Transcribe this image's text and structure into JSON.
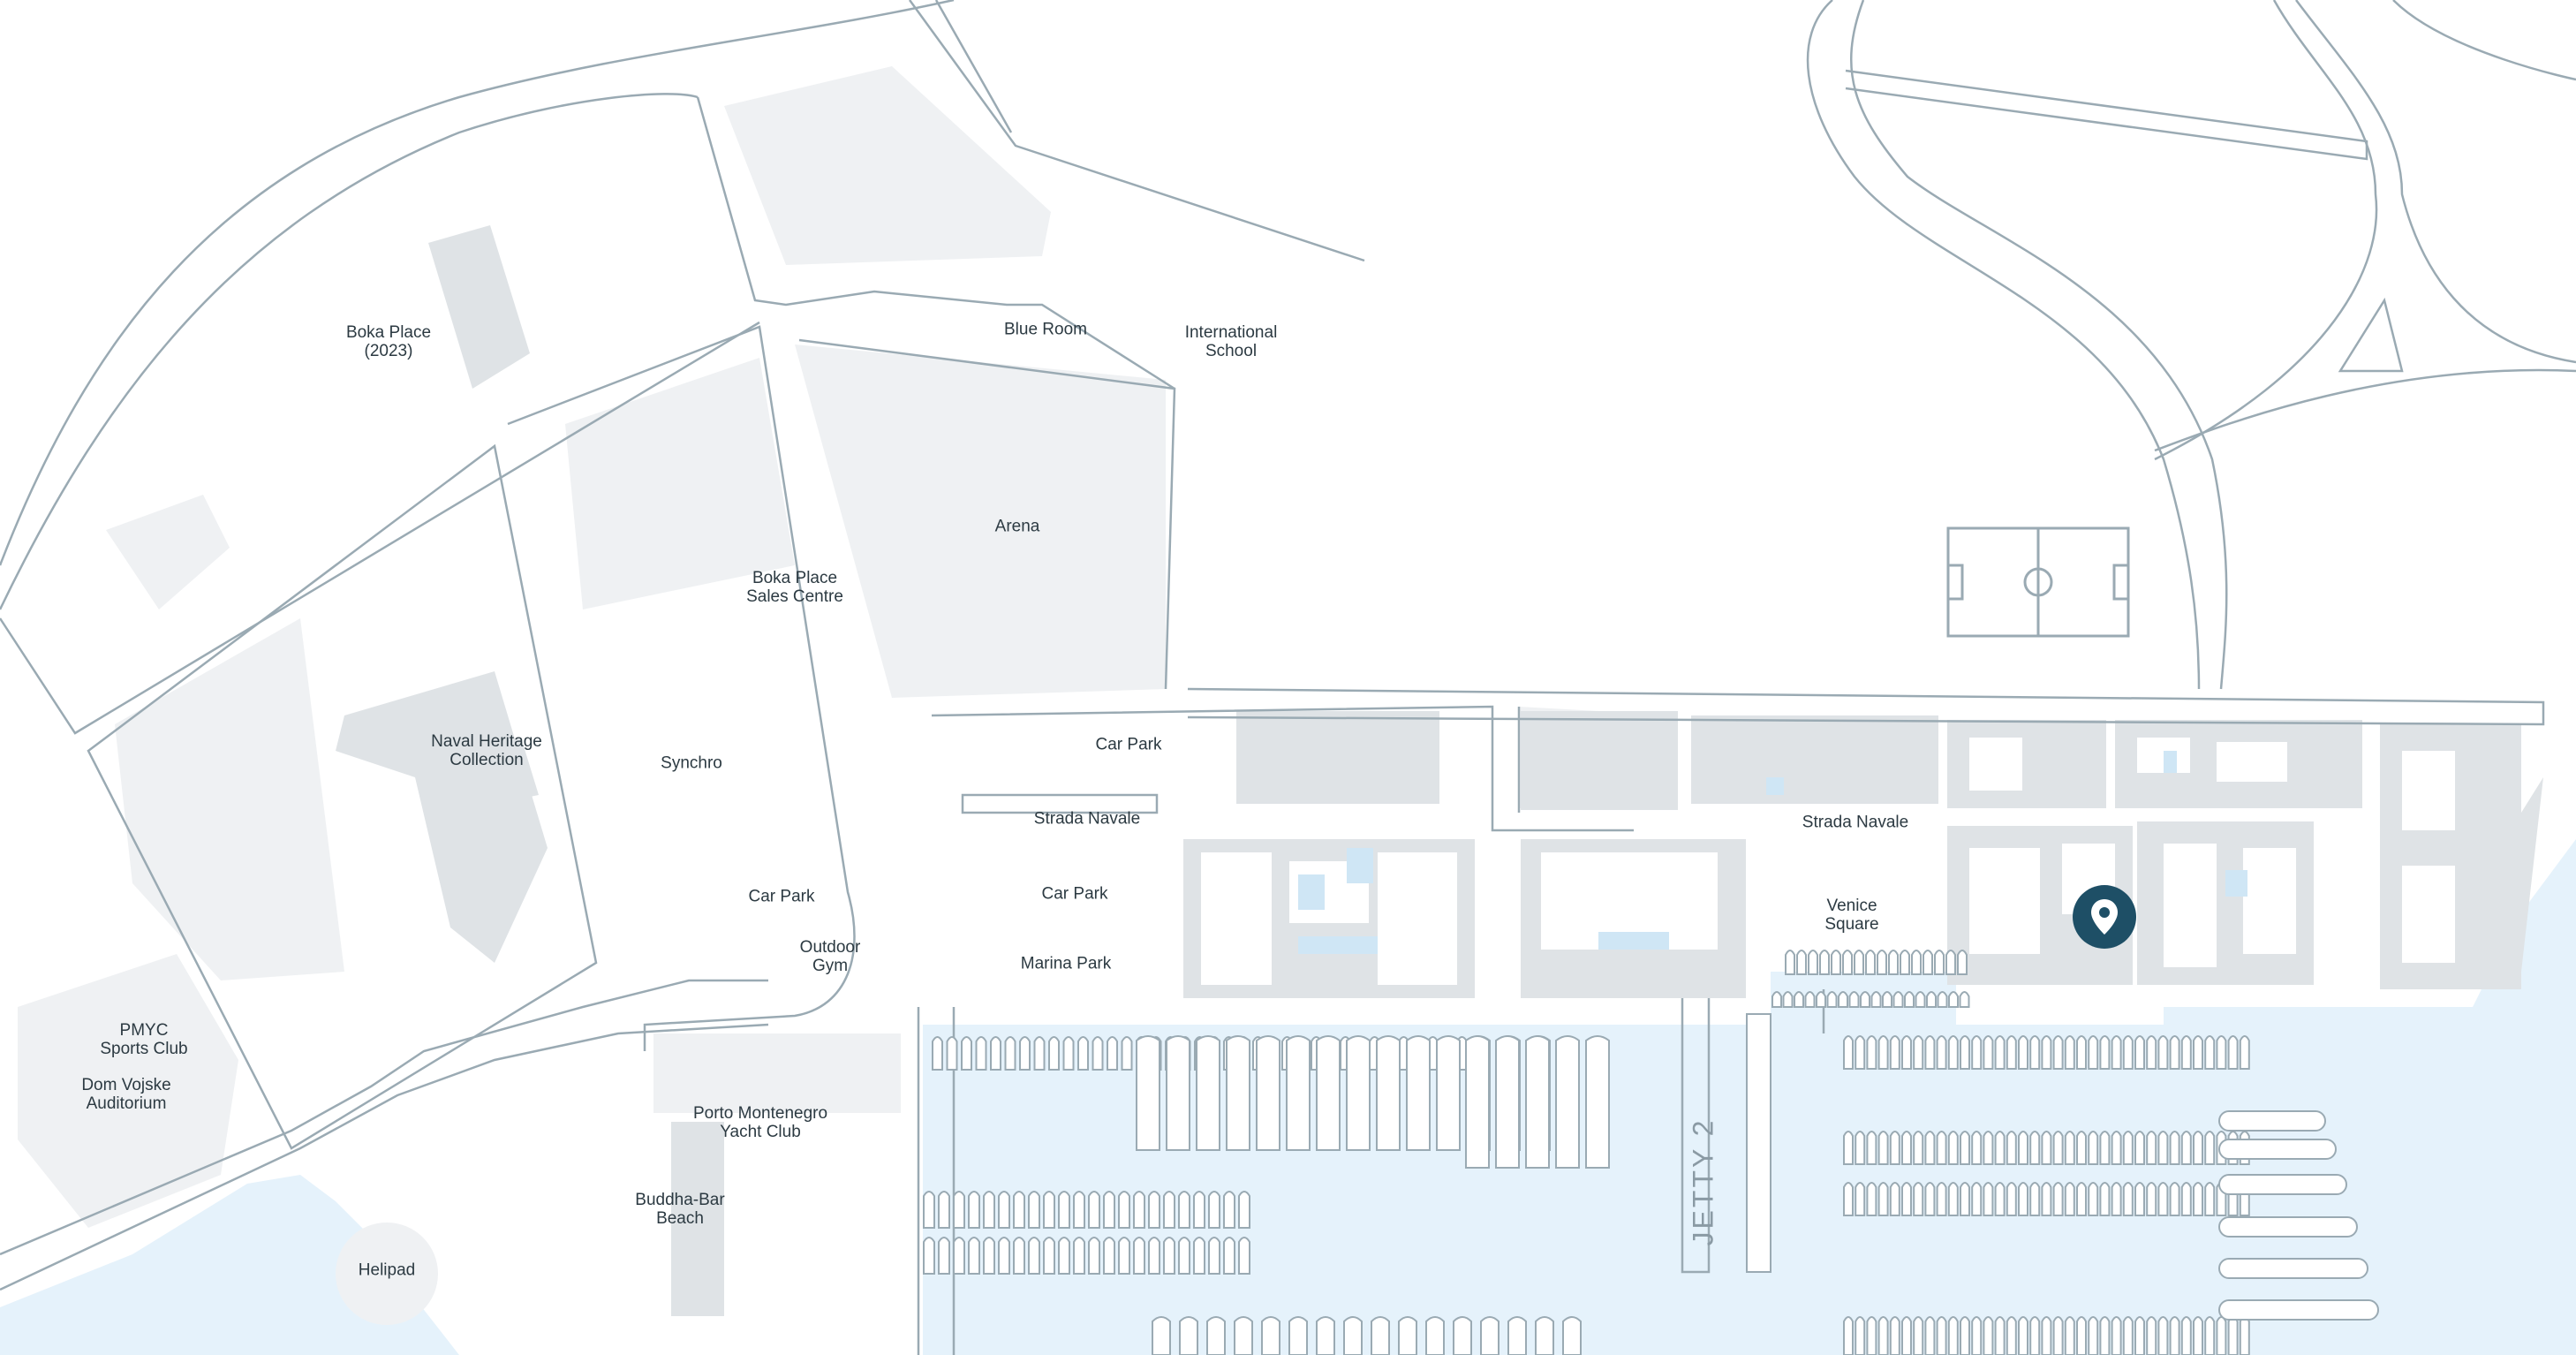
{
  "colors": {
    "background": "#ffffff",
    "water": "#e5f2fb",
    "building": "#dfe3e6",
    "building_light": "#eff1f3",
    "road_stroke": "#9aaab3",
    "label": "#2c3a42",
    "marker": "#1e4f66"
  },
  "labels": {
    "boka_place": [
      "Boka Place",
      "(2023)"
    ],
    "blue_room": "Blue Room",
    "international_school": [
      "International",
      "School"
    ],
    "arena": "Arena",
    "sales_centre": [
      "Boka Place",
      "Sales Centre"
    ],
    "naval_heritage": [
      "Naval Heritage",
      "Collection"
    ],
    "synchro": "Synchro",
    "car_park_1": "Car Park",
    "car_park_2": "Car Park",
    "car_park_3": "Car Park",
    "outdoor_gym": [
      "Outdoor",
      "Gym"
    ],
    "strada_navale_1": "Strada Navale",
    "strada_navale_2": "Strada Navale",
    "marina_park": "Marina Park",
    "venice_square": [
      "Venice",
      "Square"
    ],
    "pmyc": [
      "PMYC",
      "Sports Club"
    ],
    "dom_vojske": [
      "Dom Vojske",
      "Auditorium"
    ],
    "yacht_club": [
      "Porto Montenegro",
      "Yacht Club"
    ],
    "buddha_bar": [
      "Buddha-Bar",
      "Beach"
    ],
    "helipad": "Helipad",
    "jetty": "JETTY 2"
  },
  "marker": {
    "icon": "location-pin-icon"
  }
}
